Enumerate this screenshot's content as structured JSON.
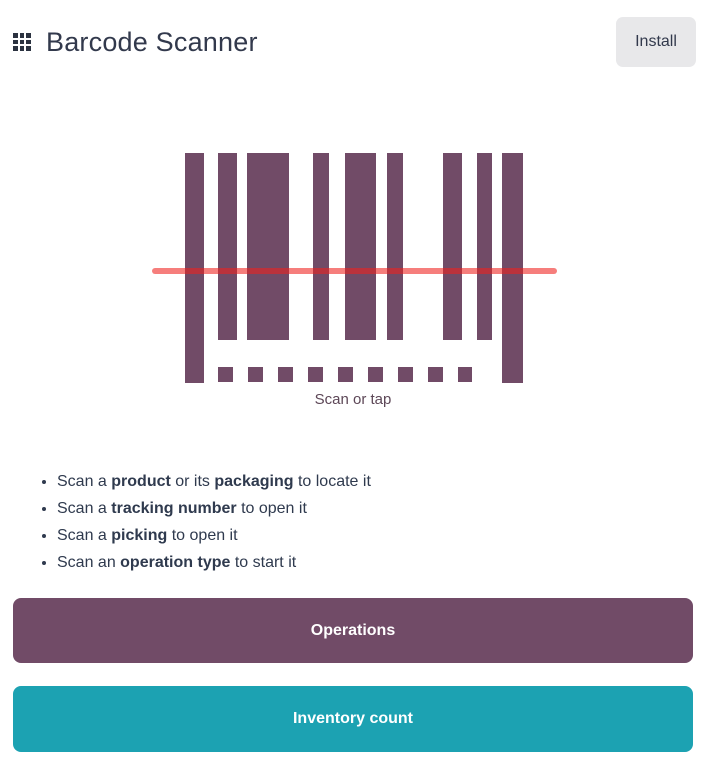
{
  "header": {
    "title": "Barcode Scanner",
    "install_label": "Install",
    "apps_icon": "grid-icon"
  },
  "scanner": {
    "caption": "Scan or tap",
    "graphic": "barcode-with-scan-line"
  },
  "instructions": {
    "items": [
      {
        "segments": [
          {
            "t": "Scan a ",
            "b": false
          },
          {
            "t": "product",
            "b": true
          },
          {
            "t": " or its ",
            "b": false
          },
          {
            "t": "packaging",
            "b": true
          },
          {
            "t": " to locate it",
            "b": false
          }
        ]
      },
      {
        "segments": [
          {
            "t": "Scan a ",
            "b": false
          },
          {
            "t": "tracking number",
            "b": true
          },
          {
            "t": " to open it",
            "b": false
          }
        ]
      },
      {
        "segments": [
          {
            "t": "Scan a ",
            "b": false
          },
          {
            "t": "picking",
            "b": true
          },
          {
            "t": " to open it",
            "b": false
          }
        ]
      },
      {
        "segments": [
          {
            "t": "Scan an ",
            "b": false
          },
          {
            "t": "operation type",
            "b": true
          },
          {
            "t": " to start it",
            "b": false
          }
        ]
      }
    ]
  },
  "actions": {
    "operations_label": "Operations",
    "inventory_label": "Inventory count"
  },
  "colors": {
    "purple": "#714B67",
    "teal": "#1CA2B2",
    "scan_line": "#F0201E",
    "install_bg": "#E8E8EA",
    "text_dark": "#32394C",
    "caption": "#5D4757"
  }
}
